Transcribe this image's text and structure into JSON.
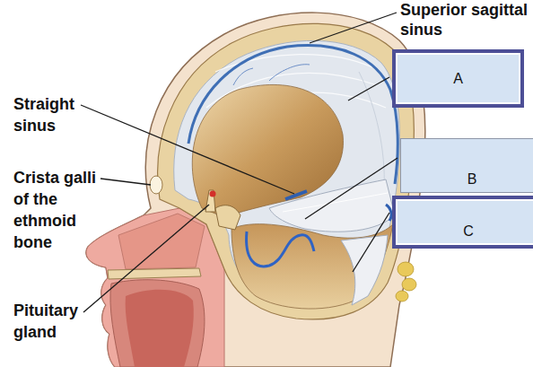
{
  "diagram": {
    "nodes": [
      {
        "text": [
          "A"
        ]
      },
      {
        "text": [
          "B"
        ]
      },
      {
        "text": [
          "C"
        ]
      }
    ],
    "labels": [
      "Superior sagittal sinus",
      "Straight sinus",
      "Crista galli of the ethmoid bone",
      "Pituitary gland"
    ]
  }
}
